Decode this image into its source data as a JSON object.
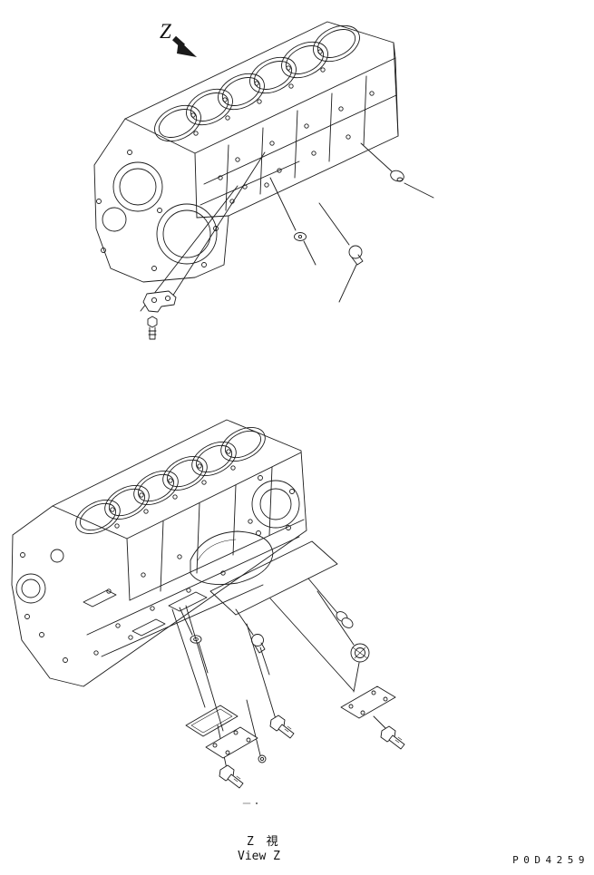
{
  "document": {
    "background_color": "#ffffff",
    "line_color": "#1b1b1b"
  },
  "labels": {
    "view_arrow": "Z",
    "caption_jp": "Z 視",
    "caption_en": "View Z",
    "drawing_number": "P0D4259"
  },
  "views": [
    {
      "name": "isometric-overview"
    },
    {
      "name": "view-z"
    }
  ],
  "parts_depicted": [
    "cylinder-block",
    "cup-plug",
    "small-plug",
    "taper-plug",
    "cylindrical-plug",
    "round-plug",
    "washer",
    "bracket",
    "bolt",
    "gasket",
    "cover-plate",
    "side-cover-plate"
  ]
}
